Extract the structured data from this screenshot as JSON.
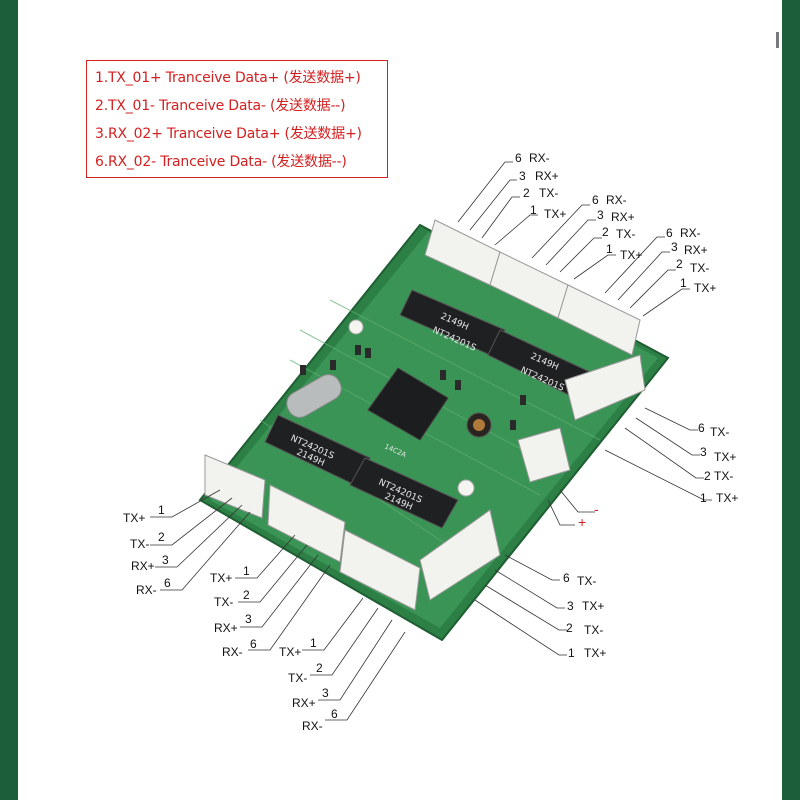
{
  "legend": {
    "lines": [
      "1.TX_01+ Tranceive Data+ (发送数据+)",
      "2.TX_01- Tranceive Data- (发送数据--)",
      "3.RX_02+ Tranceive Data+ (发送数据+)",
      "6.RX_02- Tranceive Data- (发送数据--)"
    ]
  },
  "pins": {
    "n6": "6",
    "n3": "3",
    "n2": "2",
    "n1": "1",
    "rx_minus": "RX-",
    "rx_plus": "RX+",
    "tx_minus": "TX-",
    "tx_plus": "TX+"
  },
  "power": {
    "minus": "-",
    "plus": "+"
  },
  "chips": {
    "code1": "2149H",
    "code2": "NT24201S",
    "small": "14C2A"
  },
  "colors": {
    "frame": "#1d5e3a",
    "legend": "#d42020",
    "pcb": "#2f8a4a",
    "connector": "#f2f2ee"
  }
}
